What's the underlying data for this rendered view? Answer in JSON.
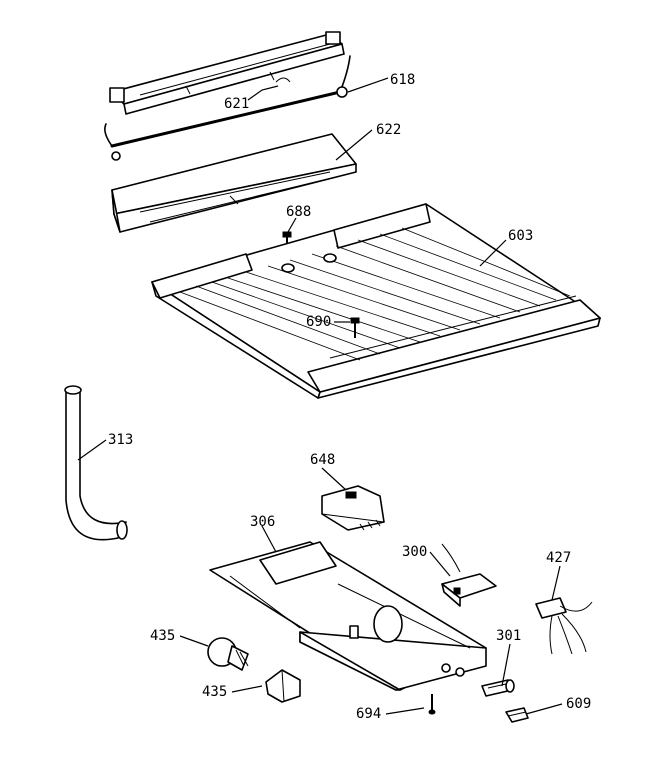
{
  "callouts": [
    {
      "id": "621",
      "label": "621"
    },
    {
      "id": "618",
      "label": "618"
    },
    {
      "id": "622",
      "label": "622"
    },
    {
      "id": "688",
      "label": "688"
    },
    {
      "id": "603",
      "label": "603"
    },
    {
      "id": "690",
      "label": "690"
    },
    {
      "id": "313",
      "label": "313"
    },
    {
      "id": "648",
      "label": "648"
    },
    {
      "id": "306",
      "label": "306"
    },
    {
      "id": "300",
      "label": "300"
    },
    {
      "id": "427",
      "label": "427"
    },
    {
      "id": "435a",
      "label": "435"
    },
    {
      "id": "435b",
      "label": "435"
    },
    {
      "id": "301",
      "label": "301"
    },
    {
      "id": "694",
      "label": "694"
    },
    {
      "id": "609",
      "label": "609"
    }
  ]
}
